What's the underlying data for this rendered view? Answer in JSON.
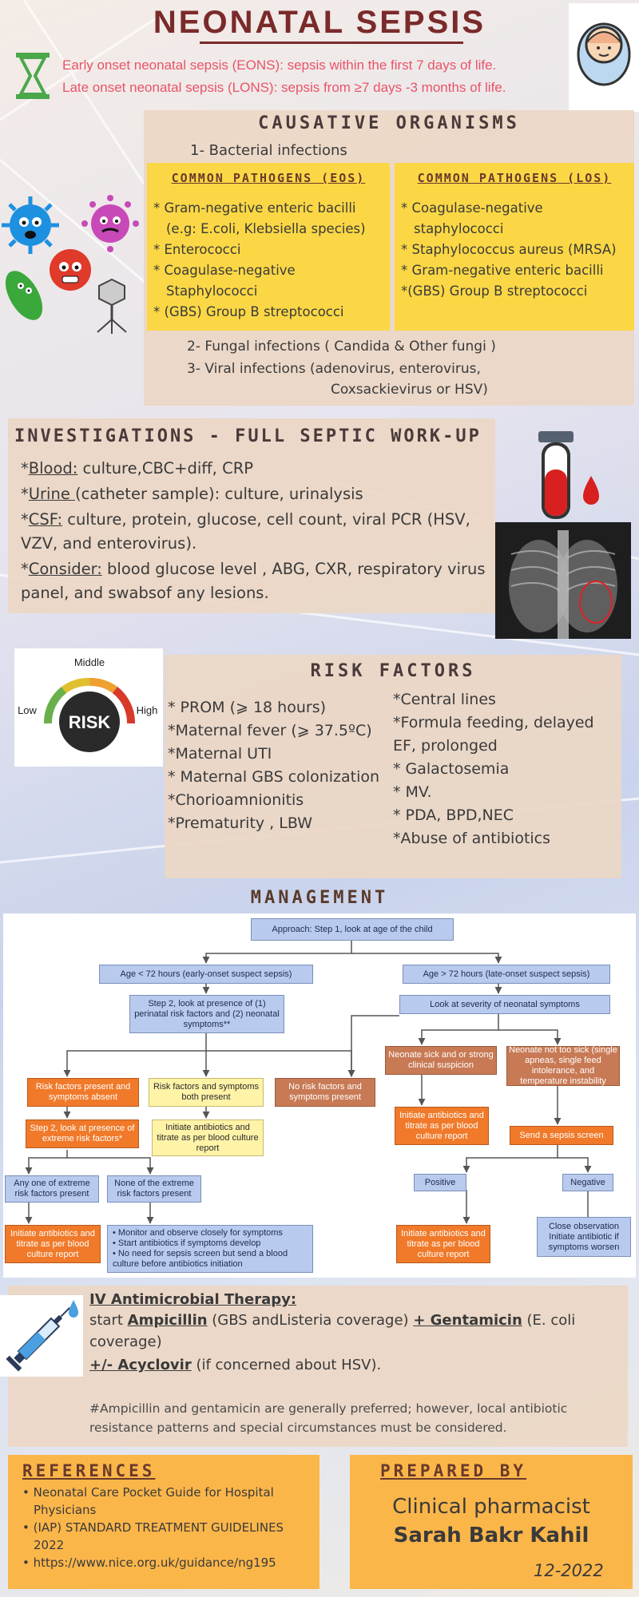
{
  "header": {
    "title": "NEONATAL SEPSIS",
    "eons": "Early onset neonatal sepsis (EONS): sepsis within the first 7 days of life.",
    "lons": "Late onset neonatal sepsis (LONS): sepsis from ≥7 days -3 months of life."
  },
  "organisms": {
    "heading": "CAUSATIVE ORGANISMS",
    "bacterial": "1- Bacterial infections",
    "eos_heading": "COMMON PATHOGENS (EOS)",
    "eos_items": [
      "* Gram-negative enteric bacilli (e.g: E.coli, Klebsiella species)",
      "* Enterococci",
      "* Coagulase-negative Staphylococci",
      "* (GBS) Group B streptococci"
    ],
    "los_heading": "COMMON PATHOGENS (LOS)",
    "los_items": [
      "* Coagulase-negative staphylococci",
      "* Staphylococcus aureus (MRSA)",
      "* Gram-negative enteric bacilli",
      "*(GBS) Group B streptococci"
    ],
    "fungal": "2- Fungal infections ( Candida & Other fungi )",
    "viral_1": "3- Viral infections (adenovirus, enterovirus,",
    "viral_2": "Coxsackievirus or HSV)"
  },
  "investigations": {
    "heading": "INVESTIGATIONS - FULL SEPTIC WORK-UP",
    "blood_label": "Blood:",
    "blood_text": " culture,CBC+diff, CRP",
    "urine_label": "Urine ",
    "urine_text": "(catheter sample): culture, urinalysis",
    "csf_label": "CSF:",
    "csf_text": " culture, protein, glucose, cell count, viral PCR (HSV, VZV, and enterovirus).",
    "consider_label": "Consider:",
    "consider_text": " blood glucose level , ABG, CXR, respiratory virus panel, and swabsof any lesions."
  },
  "risk": {
    "heading": "RISK FACTORS",
    "gauge_middle": "Middle",
    "gauge_low": "Low",
    "gauge_high": "High",
    "gauge_label": "RISK",
    "left_items": [
      "* PROM (⩾ 18 hours)",
      "*Maternal fever (⩾ 37.5ºC)",
      "*Maternal UTI",
      "* Maternal GBS colonization",
      "*Chorioamnionitis",
      "*Prematurity , LBW"
    ],
    "right_items": [
      "*Central lines",
      "*Formula feeding, delayed EF, prolonged",
      "* Galactosemia",
      "* MV.",
      "* PDA, BPD,NEC",
      "*Abuse of antibiotics"
    ]
  },
  "management": {
    "heading": "MANAGEMENT",
    "approach": "Approach: Step 1, look at age of the child",
    "age_lt72": "Age < 72 hours (early-onset suspect sepsis)",
    "age_gt72": "Age > 72 hours (late-onset suspect sepsis)",
    "step2": "Step 2, look at presence of (1) perinatal risk factors and (2) neonatal symptoms**",
    "severity": "Look at severity of neonatal symptoms",
    "rf_present_sym_absent": "Risk factors present and symptoms absent",
    "rf_sym_both": "Risk factors and symptoms both present",
    "no_rf_sym": "No risk factors and symptoms present",
    "neonate_sick": "Neonate sick and or strong clinical suspicion",
    "neonate_not_sick": "Neonate not too sick (single apneas, single feed intolerance, and temperature instability",
    "step2_extreme": "Step 2, look at presence of extreme risk factors*",
    "initiate_abx": "Initiate antibiotics and titrate as per blood culture report",
    "sepsis_screen": "Send a sepsis screen",
    "any_extreme": "Any one of extreme risk factors present",
    "none_extreme": "None of the extreme risk factors present",
    "positive": "Positive",
    "negative": "Negative",
    "monitor_bullets": [
      "• Monitor and observe closely for symptoms",
      "• Start antibiotics if symptoms develop",
      "• No need for sepsis screen but send a blood culture before antibiotics initiation"
    ],
    "close_obs": "Close observation Initiate antibiotic if symptoms worsen"
  },
  "therapy": {
    "title": "IV Antimicrobial Therapy:",
    "start": " start ",
    "ampicillin": "Ampicillin",
    "amp_cov": " (GBS andListeria coverage) ",
    "gentamicin": "+ Gentamicin",
    "gent_cov": " (E. coli coverage)",
    "acyclovir": "+/- Acyclovir",
    "acy_cov": " (if concerned about HSV).",
    "note": "#Ampicillin and gentamicin are generally preferred; however, local antibiotic resistance patterns and special circumstances must be considered."
  },
  "references": {
    "heading": "REFERENCES",
    "items": [
      "Neonatal Care Pocket Guide for Hospital Physicians",
      "(IAP) STANDARD TREATMENT GUIDELINES 2022",
      "https://www.nice.org.uk/guidance/ng195"
    ]
  },
  "prepared": {
    "heading": "PREPARED BY",
    "role": "Clinical pharmacist",
    "name": "Sarah Bakr Kahil",
    "date": "12-2022"
  },
  "colors": {
    "title": "#7a2a2a",
    "definition": "#e85468",
    "panel": "#ecd7c4",
    "pathogen_box": "#fbd745",
    "reference_box": "#fbb64a"
  }
}
